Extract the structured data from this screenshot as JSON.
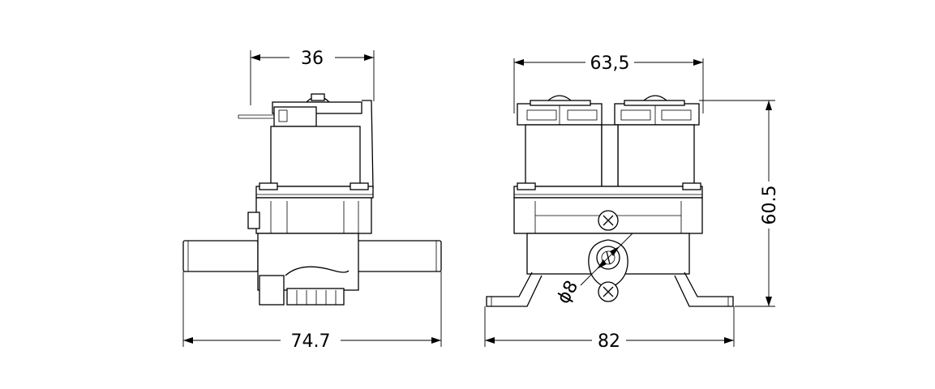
{
  "dimensions": {
    "side_top_width": "36",
    "side_bottom_width": "74.7",
    "front_top_width": "63,5",
    "front_bottom_width": "82",
    "front_height": "60.5",
    "port_diameter": "ϕ8"
  }
}
